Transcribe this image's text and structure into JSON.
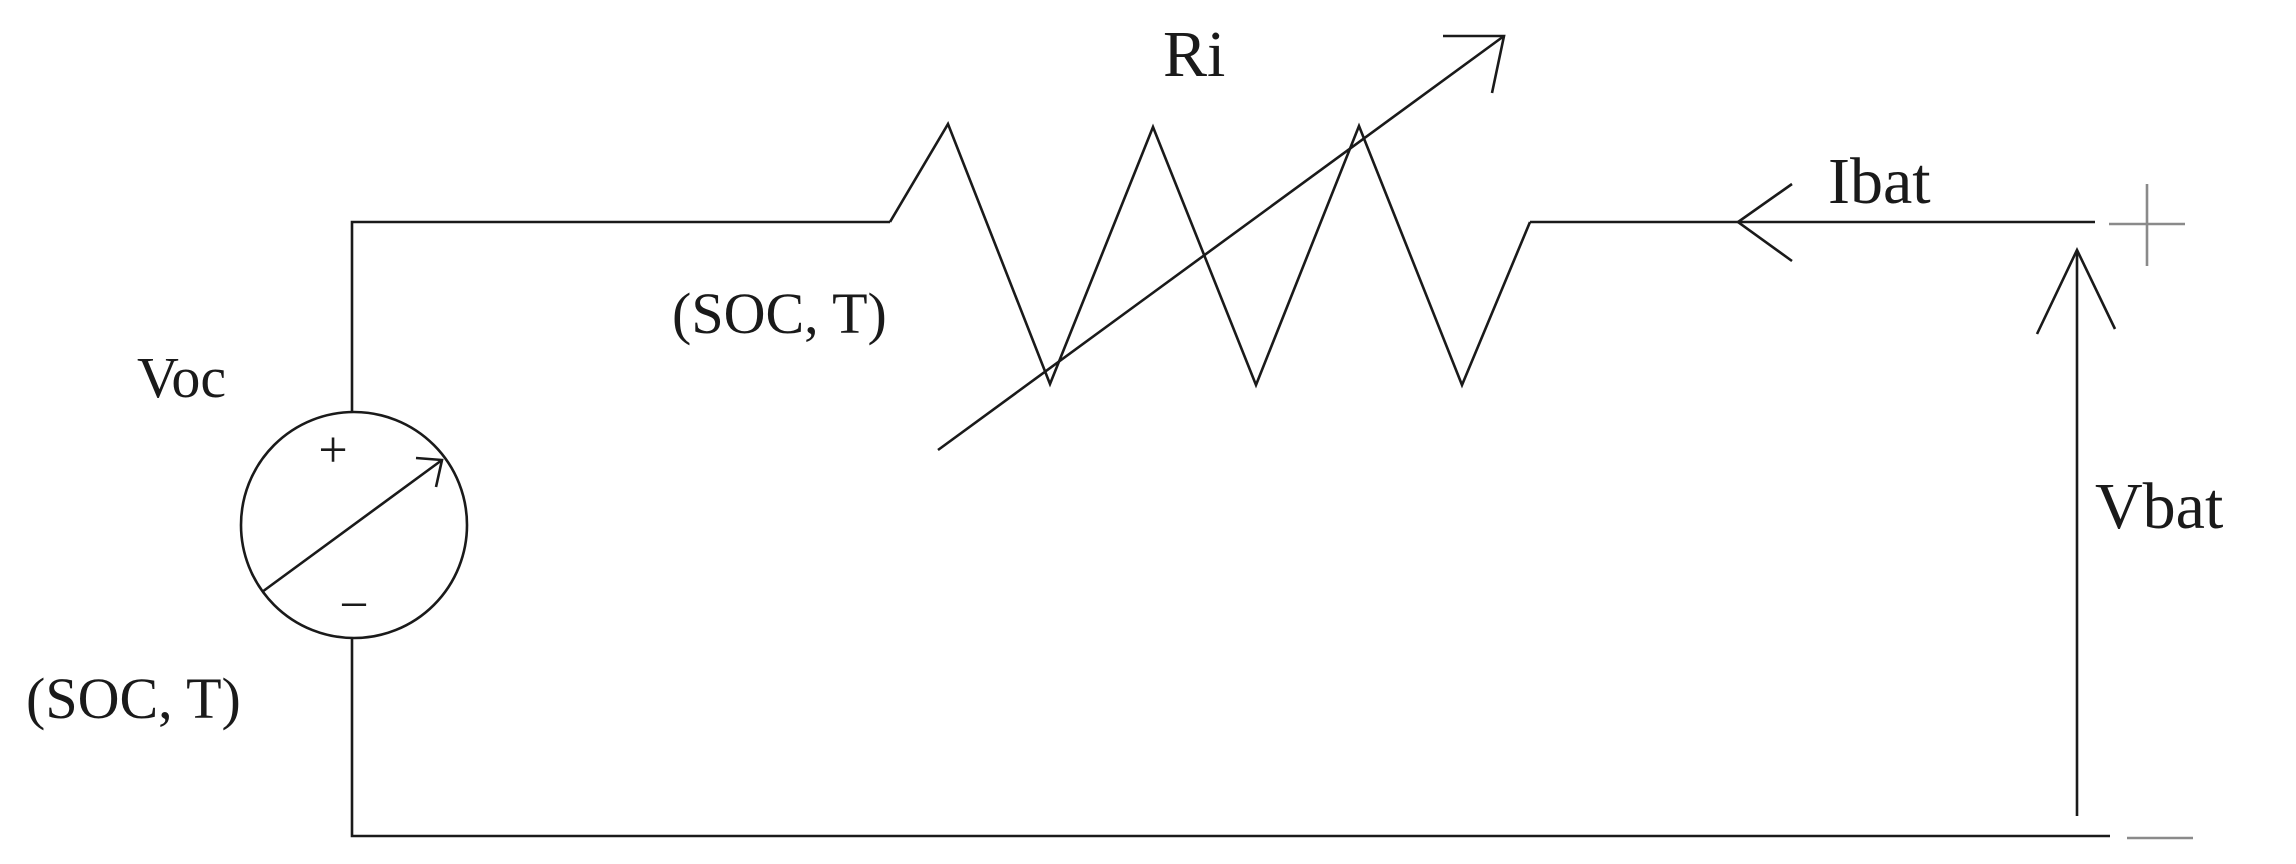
{
  "labels": {
    "resistor": "Ri",
    "resistor_dependency": "(SOC, T)",
    "source": "Voc",
    "source_dependency": "(SOC, T)",
    "current": "Ibat",
    "voltage": "Vbat",
    "source_plus": "+",
    "source_minus": "−"
  },
  "colors": {
    "line": "#1a1a1a",
    "terminal_sign": "#8a8a8a"
  }
}
